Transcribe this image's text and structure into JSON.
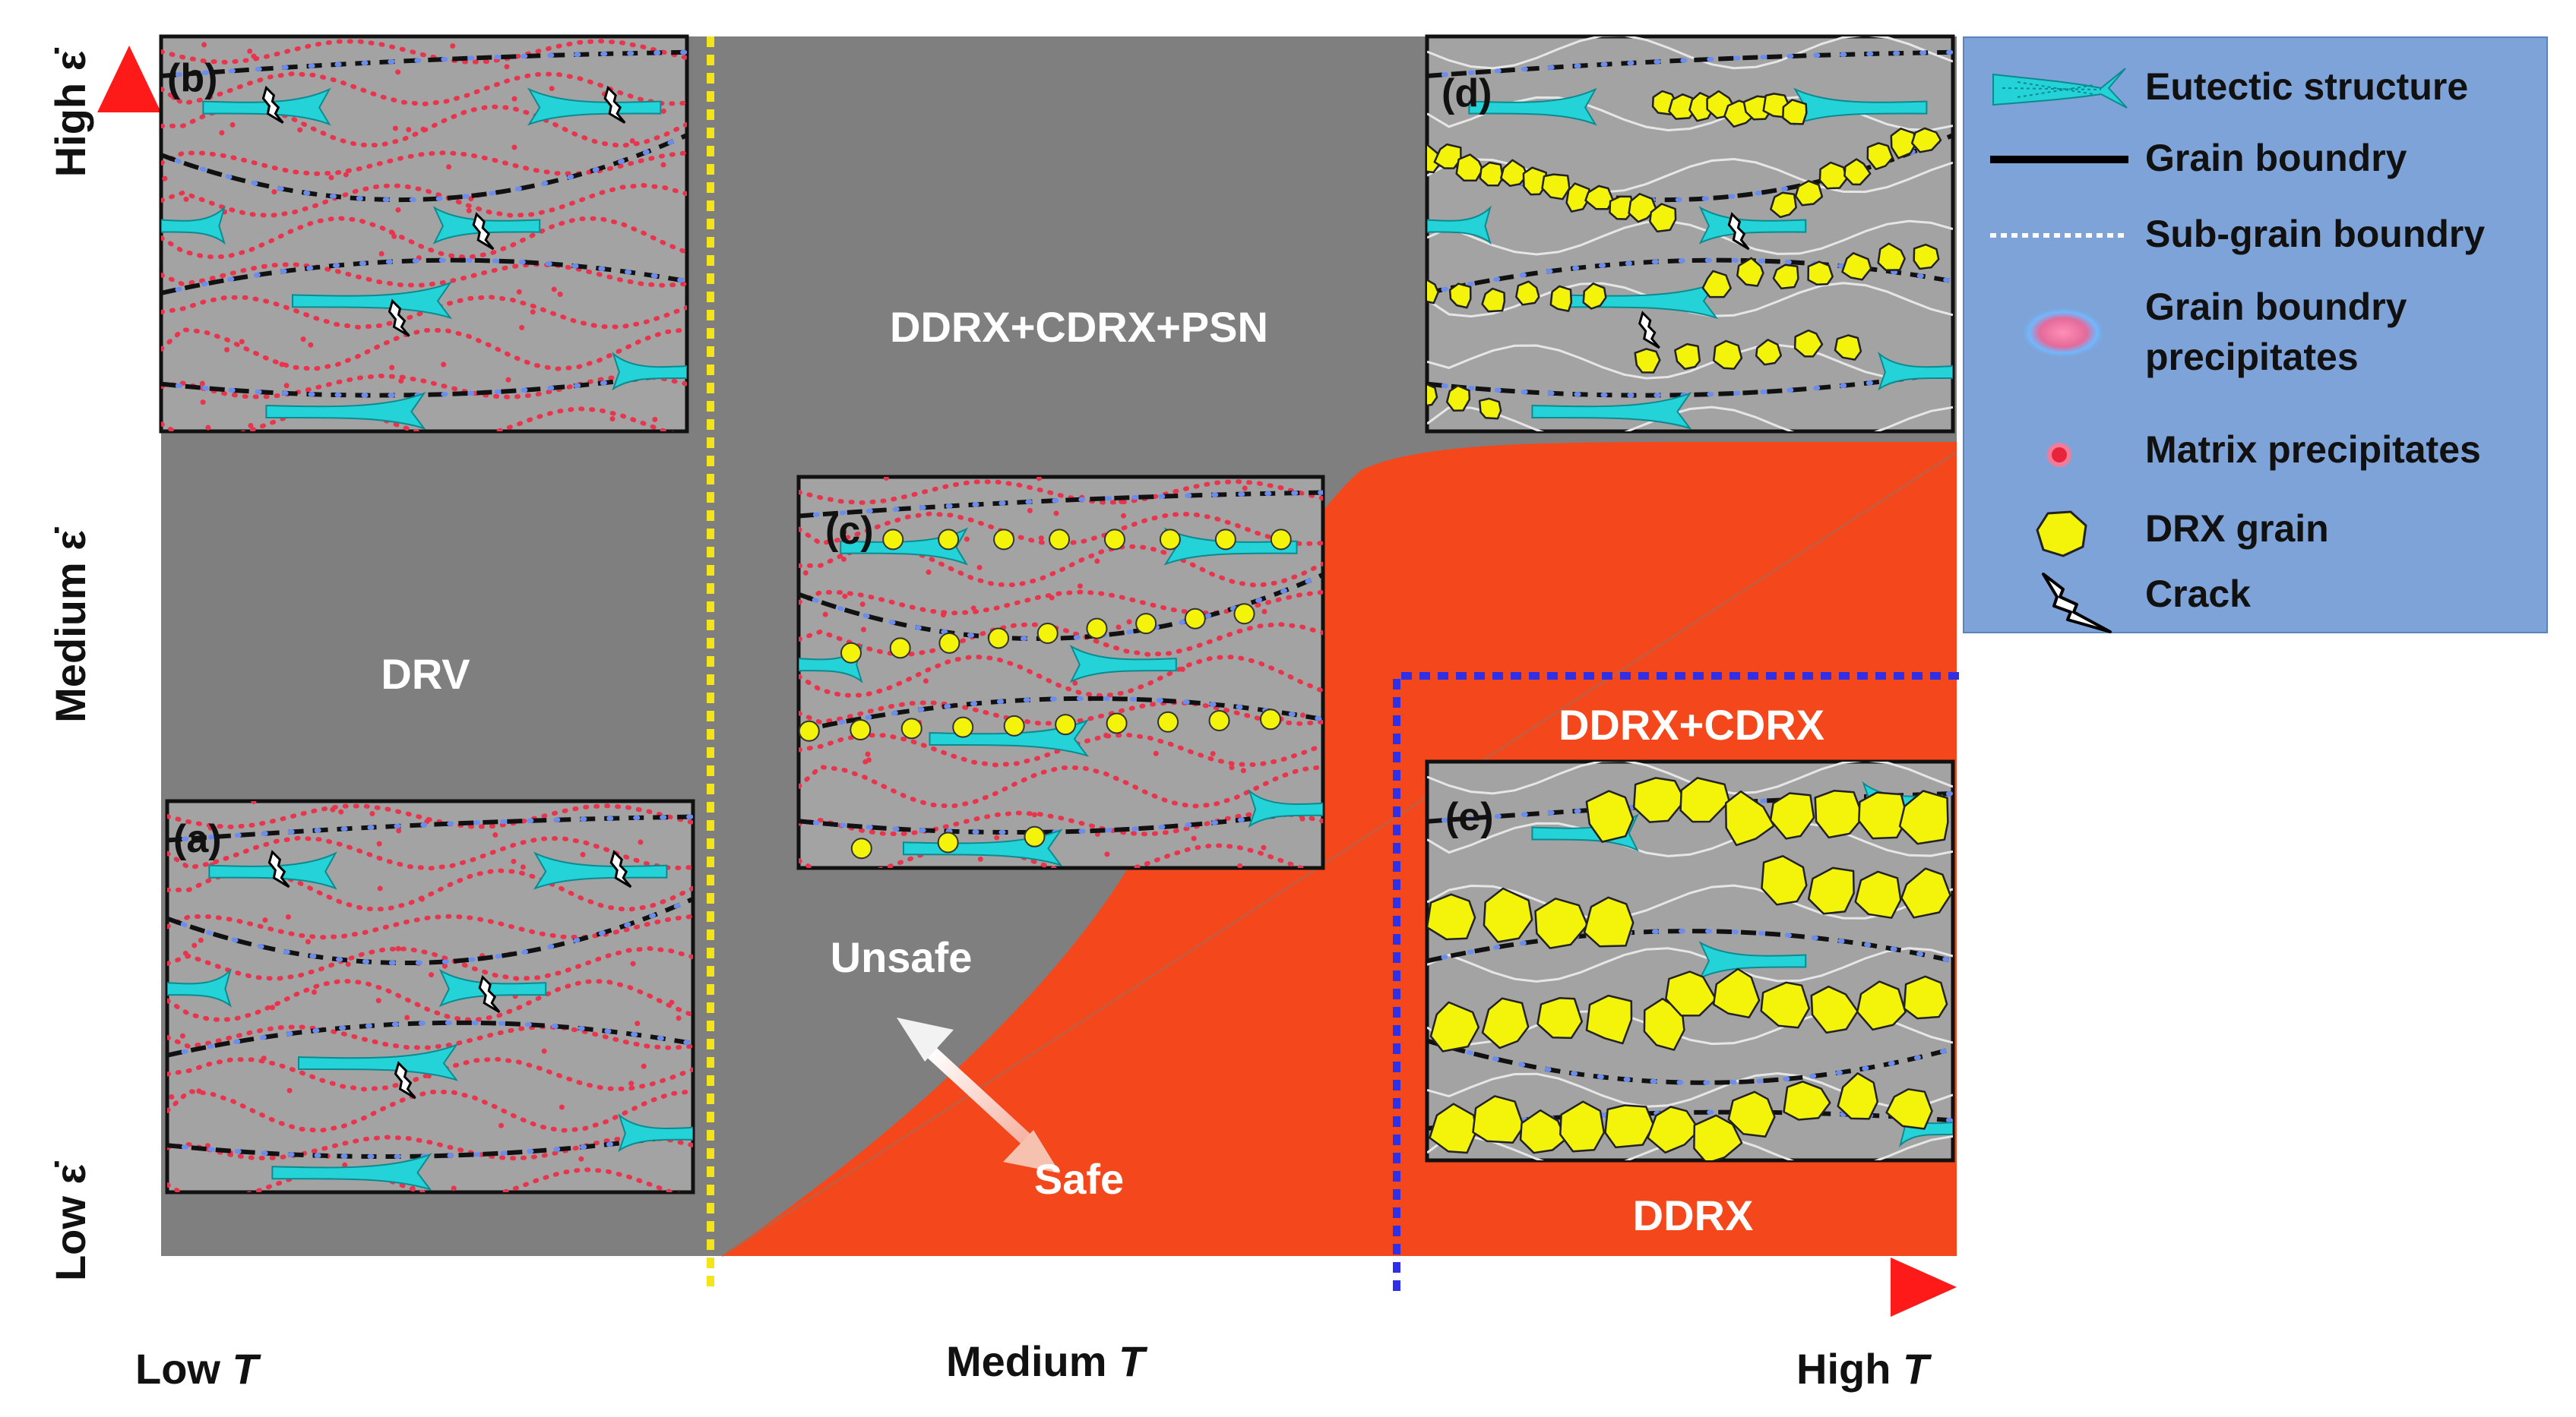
{
  "axes": {
    "y_high": "High ε̇",
    "y_medium": "Medium ε̇",
    "y_low": "Low ε̇",
    "x_low_prefix": "Low ",
    "x_medium_prefix": "Medium ",
    "x_high_prefix": "High ",
    "x_symbol": "T"
  },
  "regions": {
    "drv": "DRV",
    "ddrx_cdrx_psn": "DDRX+CDRX+PSN",
    "ddrx_cdrx": "DDRX+CDRX",
    "ddrx": "DDRX",
    "unsafe": "Unsafe",
    "safe": "Safe"
  },
  "panels": {
    "a": "(a)",
    "b": "(b)",
    "c": "(c)",
    "d": "(d)",
    "e": "(e)"
  },
  "legend": {
    "eutectic": "Eutectic structure",
    "grain_boundary": "Grain boundry",
    "sub_grain": "Sub-grain boundry",
    "gb_precip_line1": "Grain boundry",
    "gb_precip_line2": "precipitates",
    "matrix_precip": "Matrix precipitates",
    "drx_grain": "DRX grain",
    "crack": "Crack"
  },
  "colors": {
    "gray_region": "#7f7f7f",
    "safe_region": "#f4481c",
    "panel_bg": "#a3a3a3",
    "eutectic": "#24d3d8",
    "precipitate": "#e8344c",
    "drx_grain": "#f4f40a",
    "legend_bg": "#7ea3d8",
    "axis_low": "#3b2df0",
    "axis_high": "#ff1a1a",
    "divider_yellow": "#f4e51b",
    "divider_blue": "#2f2fe8"
  }
}
